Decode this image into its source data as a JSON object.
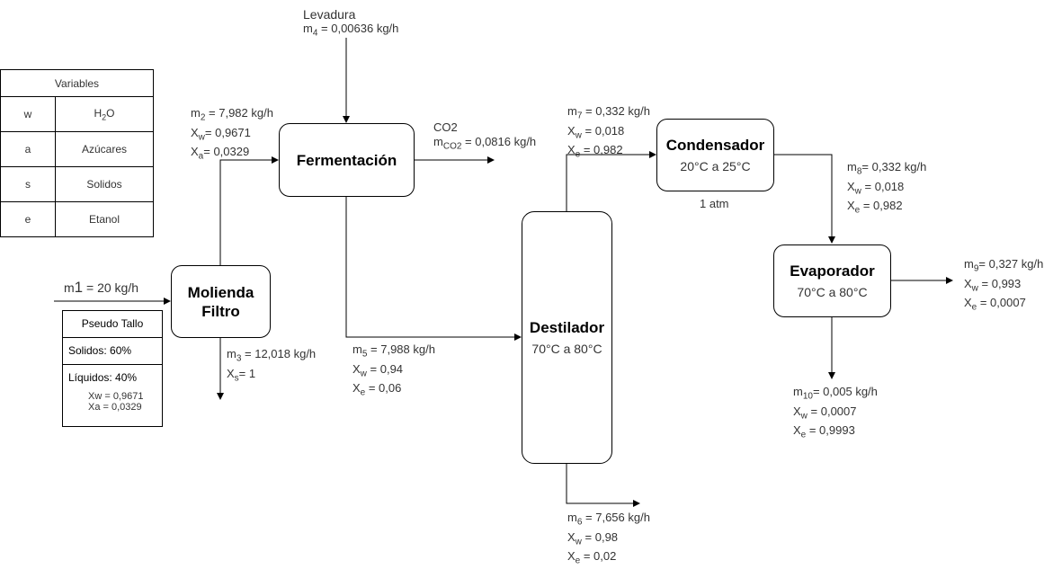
{
  "variables_table": {
    "header": "Variables",
    "rows": [
      {
        "symbol": "w",
        "meaning_main": "H",
        "meaning_sub": "2",
        "meaning_tail": "O"
      },
      {
        "symbol": "a",
        "meaning_main": "Azúcares",
        "meaning_sub": "",
        "meaning_tail": ""
      },
      {
        "symbol": "s",
        "meaning_main": "Solidos",
        "meaning_sub": "",
        "meaning_tail": ""
      },
      {
        "symbol": "e",
        "meaning_main": "Etanol",
        "meaning_sub": "",
        "meaning_tail": ""
      }
    ]
  },
  "pseudo_tallo": {
    "title": "Pseudo Tallo",
    "solidos": "Solidos: 60%",
    "liquidos": "Líquidos: 40%",
    "xw": "Xw = 0,9671",
    "xa": "Xa = 0,0329"
  },
  "units": {
    "molienda": {
      "title_line1": "Molienda",
      "title_line2": "Filtro"
    },
    "fermentacion": {
      "title": "Fermentación"
    },
    "destilador": {
      "title": "Destilador",
      "sub": "70°C a 80°C"
    },
    "condensador": {
      "title": "Condensador",
      "sub": "20°C a 25°C",
      "pressure": "1 atm"
    },
    "evaporador": {
      "title": "Evaporador",
      "sub": "70°C a 80°C"
    }
  },
  "streams": {
    "m1": {
      "m": "m",
      "idx": "1",
      "val": " = 20 kg/h"
    },
    "m2": {
      "m": "m",
      "idx": "2",
      "val": " = 7,982 kg/h",
      "l2a": "X",
      "l2b": "w",
      "l2c": "= 0,9671",
      "l3a": "X",
      "l3b": "a",
      "l3c": "= 0,0329"
    },
    "m3": {
      "m": "m",
      "idx": "3",
      "val": " = 12,018 kg/h",
      "l2a": "X",
      "l2b": "s",
      "l2c": "= 1"
    },
    "m4": {
      "title": "Levadura",
      "m": "m",
      "idx": "4",
      "val": " = 0,00636 kg/h"
    },
    "co2": {
      "title": "CO2",
      "m": "m",
      "idx": "CO2",
      "val": " = 0,0816 kg/h"
    },
    "m5": {
      "m": "m",
      "idx": "5",
      "val": " = 7,988 kg/h",
      "l2a": "X",
      "l2b": "w",
      "l2c": " = 0,94",
      "l3a": "X",
      "l3b": "e",
      "l3c": " = 0,06"
    },
    "m6": {
      "m": "m",
      "idx": "6",
      "val": " = 7,656 kg/h",
      "l2a": "X",
      "l2b": "w",
      "l2c": " = 0,98",
      "l3a": "X",
      "l3b": "e",
      "l3c": " = 0,02"
    },
    "m7": {
      "m": "m",
      "idx": "7",
      "val": " = 0,332 kg/h",
      "l2a": "X",
      "l2b": "w",
      "l2c": " = 0,018",
      "l3a": "X",
      "l3b": "e",
      "l3c": " = 0,982"
    },
    "m8": {
      "m": "m",
      "idx": "8",
      "val": "= 0,332 kg/h",
      "l2a": "X",
      "l2b": "w",
      "l2c": " = 0,018",
      "l3a": "X",
      "l3b": "e",
      "l3c": " = 0,982"
    },
    "m9": {
      "m": "m",
      "idx": "9",
      "val": "= 0,327 kg/h",
      "l2a": "X",
      "l2b": "w",
      "l2c": " = 0,993",
      "l3a": "X",
      "l3b": "e",
      "l3c": " = 0,0007"
    },
    "m10": {
      "m": "m",
      "idx": "10",
      "val": "= 0,005 kg/h",
      "l2a": "X",
      "l2b": "w",
      "l2c": " = 0,0007",
      "l3a": "X",
      "l3b": "e",
      "l3c": " = 0,9993"
    }
  },
  "colors": {
    "line": "#000000",
    "text": "#333333"
  }
}
